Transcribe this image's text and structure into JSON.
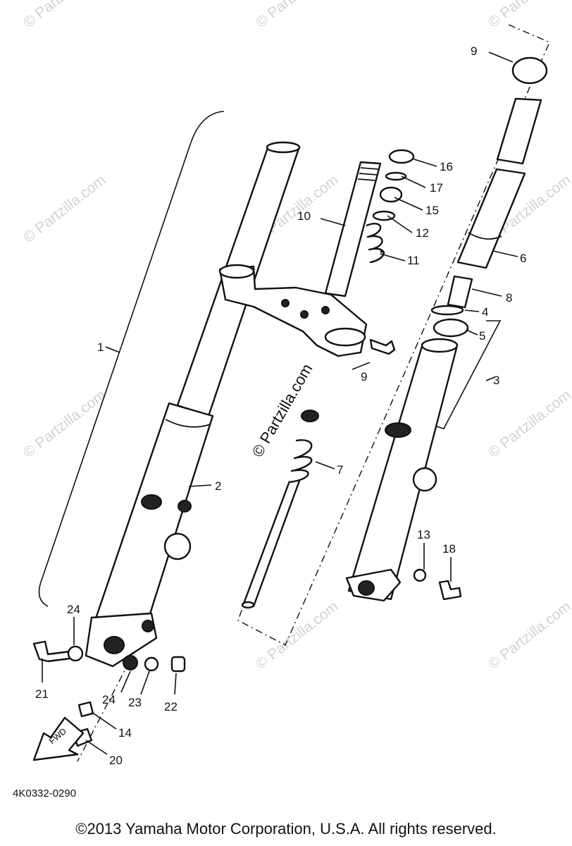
{
  "watermark": "© Partzilla.com",
  "diagram_code": "4K0332-0290",
  "fwd_label": "FWD",
  "copyright": "©2013 Yamaha Motor Corporation, U.S.A. All rights reserved.",
  "callouts": [
    "1",
    "2",
    "3",
    "4",
    "5",
    "6",
    "7",
    "8",
    "9",
    "9",
    "10",
    "11",
    "12",
    "13",
    "14",
    "15",
    "16",
    "17",
    "18",
    "20",
    "21",
    "22",
    "23",
    "24",
    "24"
  ]
}
